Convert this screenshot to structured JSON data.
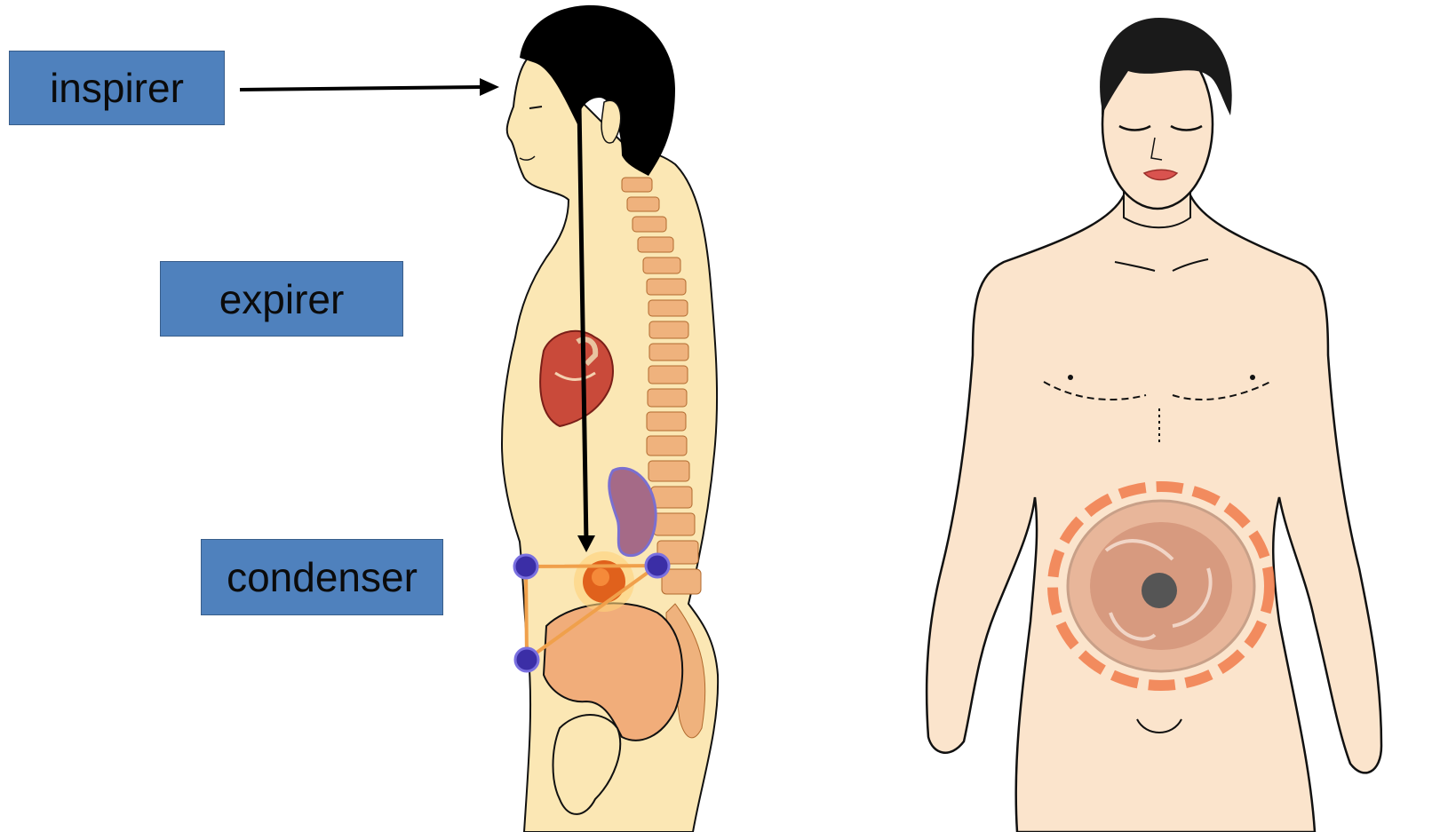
{
  "labels": {
    "inspirer": "inspirer",
    "expirer": "expirer",
    "condenser": "condenser"
  },
  "colors": {
    "label_fill": "#4f81bd",
    "label_border": "#385d8a",
    "skin": "#fbe7b4",
    "spine": "#efb27d",
    "hair": "#000000",
    "marker": "#3b2ea6",
    "triangle": "#f0a04b",
    "navel_ring": "#e8714b"
  },
  "icons": {
    "side_figure": "human-side-view-icon",
    "front_figure": "human-front-view-icon",
    "heart": "heart-icon",
    "kidney": "kidney-icon",
    "energy_point": "sun-glow-icon"
  }
}
